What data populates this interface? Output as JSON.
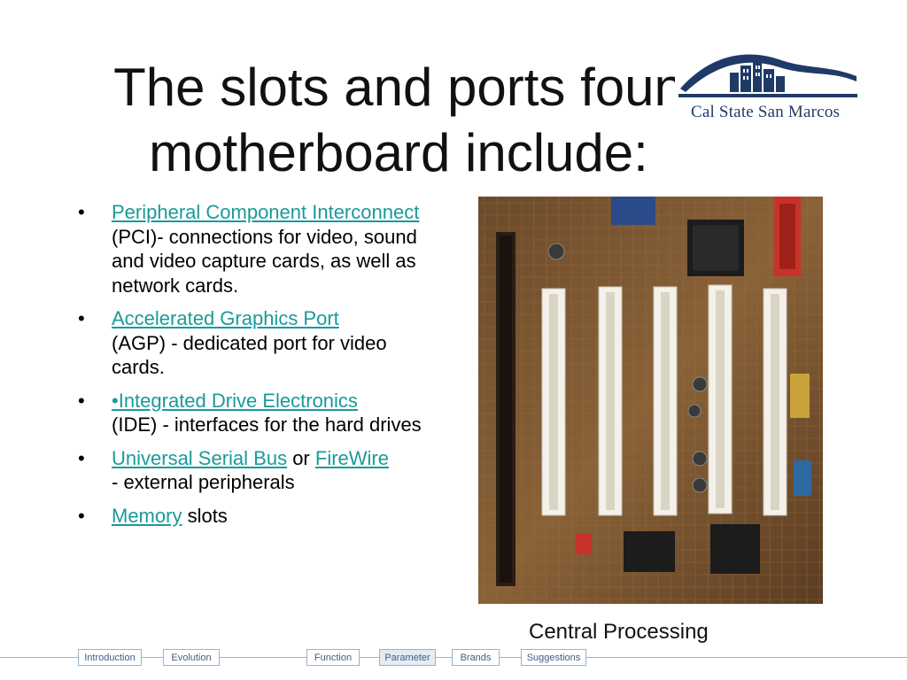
{
  "slide": {
    "title": "The slots and ports found on a motherboard include:",
    "title_line1": "The slots and ports foun",
    "title_line2": "motherboard include:",
    "logo_text": "Cal State San Marcos",
    "caption": "Central Processing",
    "colors": {
      "link": "#1a9a9a",
      "logo_blue": "#1f3a67",
      "nav": "#3d5f82"
    }
  },
  "bullets": [
    {
      "link": "Peripheral Component Interconnect",
      "text": " (PCI)- connections for video, sound and video capture cards, as well as network cards."
    },
    {
      "link": "Accelerated Graphics Port",
      "text": " (AGP) - dedicated port for video cards."
    },
    {
      "link": "•Integrated Drive Electronics",
      "text": " (IDE) - interfaces for the hard drives"
    },
    {
      "link": "Universal Serial Bus",
      "mid": " or ",
      "link2": "FireWire",
      "text": " - external peripherals"
    },
    {
      "link": "Memory",
      "text": " slots"
    }
  ],
  "nav": [
    {
      "label": "Introduction",
      "active": false
    },
    {
      "label": "Evolution",
      "active": false
    },
    {
      "label": "Function",
      "active": false
    },
    {
      "label": "Parameter",
      "active": true
    },
    {
      "label": "Brands",
      "active": false
    },
    {
      "label": "Suggestions",
      "active": false
    }
  ],
  "icons": {
    "bullet": "•",
    "logo": "campus-skyline-icon"
  }
}
